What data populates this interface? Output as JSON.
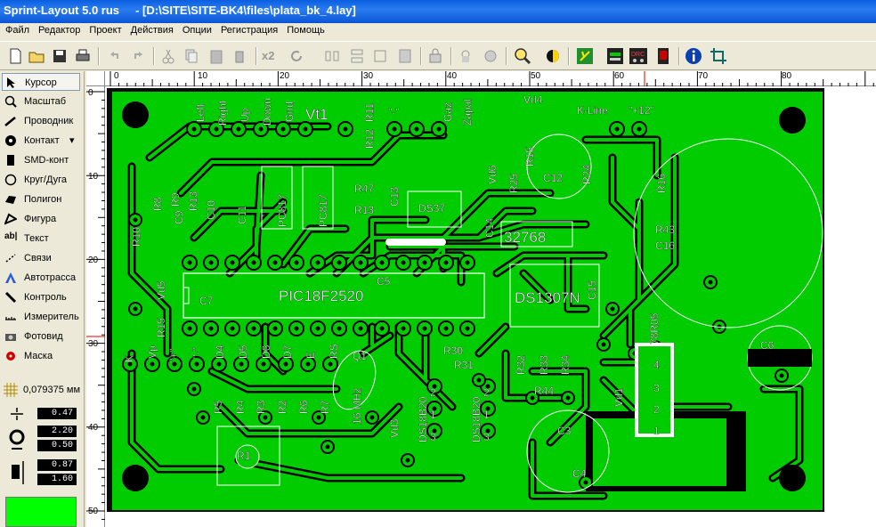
{
  "window": {
    "title": "Sprint-Layout 5.0 rus     - [D:\\SITE\\SITE-BK4\\files\\plata_bk_4.lay]"
  },
  "menu": [
    "Файл",
    "Редактор",
    "Проект",
    "Действия",
    "Опции",
    "Регистрация",
    "Помощь"
  ],
  "toolbar": {
    "icons": [
      "new-icon",
      "open-icon",
      "save-icon",
      "print-icon",
      "undo-icon",
      "redo-icon",
      "cut-icon",
      "copy-icon",
      "paste-icon",
      "delete-icon",
      "multiply-x2-icon",
      "rotate-icon",
      "mirror-h-icon",
      "mirror-v-icon",
      "group-icon",
      "align-icon",
      "lock-icon",
      "unlock-icon",
      "zoom-icon",
      "layer-icon",
      "autoroute-check-icon",
      "component-icon",
      "drc-icon",
      "macro-icon",
      "info-icon",
      "snap-icon"
    ],
    "x2_label": "x2",
    "drc_label": "DRC"
  },
  "tools": [
    {
      "label": "Курсор",
      "icon": "cursor-icon",
      "active": true
    },
    {
      "label": "Масштаб",
      "icon": "zoom-icon"
    },
    {
      "label": "Проводник",
      "icon": "track-icon"
    },
    {
      "label": "Контакт",
      "icon": "pad-icon"
    },
    {
      "label": "SMD-конт",
      "icon": "smd-pad-icon"
    },
    {
      "label": "Круг/Дуга",
      "icon": "circle-arc-icon"
    },
    {
      "label": "Полигон",
      "icon": "polygon-icon"
    },
    {
      "label": "Фигура",
      "icon": "shape-icon"
    },
    {
      "label": "Текст",
      "icon": "text-icon"
    },
    {
      "label": "Связи",
      "icon": "connections-icon"
    },
    {
      "label": "Автотрасса",
      "icon": "autoroute-icon"
    },
    {
      "label": "Контроль",
      "icon": "check-icon"
    },
    {
      "label": "Измеритель",
      "icon": "measure-icon"
    },
    {
      "label": "Фотовид",
      "icon": "camera-icon"
    },
    {
      "label": "Маска",
      "icon": "mask-icon"
    }
  ],
  "grid": {
    "value": "0,079375 мм"
  },
  "params": {
    "track_width": "0.47",
    "pad_outer": "2.20",
    "pad_inner": "0.50",
    "smd_w": "0.87",
    "smd_h": "1.60"
  },
  "colors": {
    "copper": "#00cc00",
    "bg": "#000000",
    "active_layer": "#00ff00"
  },
  "ruler_top": [
    "0",
    "10",
    "20",
    "30",
    "40",
    "50",
    "60",
    "70",
    "80"
  ],
  "ruler_left": [
    "0",
    "10",
    "20",
    "30",
    "40",
    "50"
  ],
  "pcb_labels": {
    "left": "Left",
    "right": "Right",
    "up": "Up",
    "down": "Down",
    "gnd": "Gnd",
    "vt1": "Vt1",
    "r11": "R11",
    "r12": "R12",
    "minus": "\"-\"",
    "gaz": "Gaz",
    "zapal": "Zapal",
    "vd4": "Vd4",
    "kline": "K-Line",
    "plus12": "\"+12\"",
    "r10": "R10",
    "r8": "R8",
    "r9": "R9",
    "r13": "R13",
    "c9": "C9",
    "c10": "C10",
    "c11": "C11",
    "pc817a": "PC817",
    "pc817b": "PC817",
    "r47": "R47",
    "r13b": "R13",
    "c13": "C13",
    "ds37": "DS37",
    "vd6": "Vd6",
    "r25": "R25",
    "c14": "C14",
    "c12": "C12",
    "r15": "R15",
    "r24": "R24",
    "r16": "R16",
    "crystal": "32768",
    "r43": "R43",
    "c16": "C16",
    "vd5": "Vd5",
    "r15b": "R15",
    "c7": "C7",
    "pic": "PIC18F2520",
    "c5": "C5",
    "ds1307": "DS1307N",
    "c15": "C15",
    "k": "K",
    "vp": "Vp",
    "plus": "\"+\"",
    "minus2": "\"-\"",
    "d4": "D4",
    "d5": "D5",
    "d6": "D6",
    "d7": "D7",
    "e": "E",
    "rs": "RS",
    "q1": "Q1",
    "r30": "R30",
    "r31": "R31",
    "r32": "R32",
    "r33": "R33",
    "r34": "R34",
    "r44": "R44",
    "r5": "R5",
    "r4": "R4",
    "r3": "R3",
    "r2": "R2",
    "r6": "R6",
    "r7": "R7",
    "khz": "16 MHz",
    "vd3": "Vd3",
    "ds18b20a": "DS18B20",
    "ds18b20b": "DS18B20",
    "p2a": "2",
    "p1a": "1",
    "p3a": "3",
    "p2b": "2",
    "p1b": "1",
    "p3b": "3",
    "r1": "R1",
    "vd1": "Vd1",
    "reg": "78R05",
    "p4": "4",
    "p3": "3",
    "p2": "2",
    "p1": "1",
    "c3": "C3",
    "c4": "C4",
    "c6": "C6"
  }
}
